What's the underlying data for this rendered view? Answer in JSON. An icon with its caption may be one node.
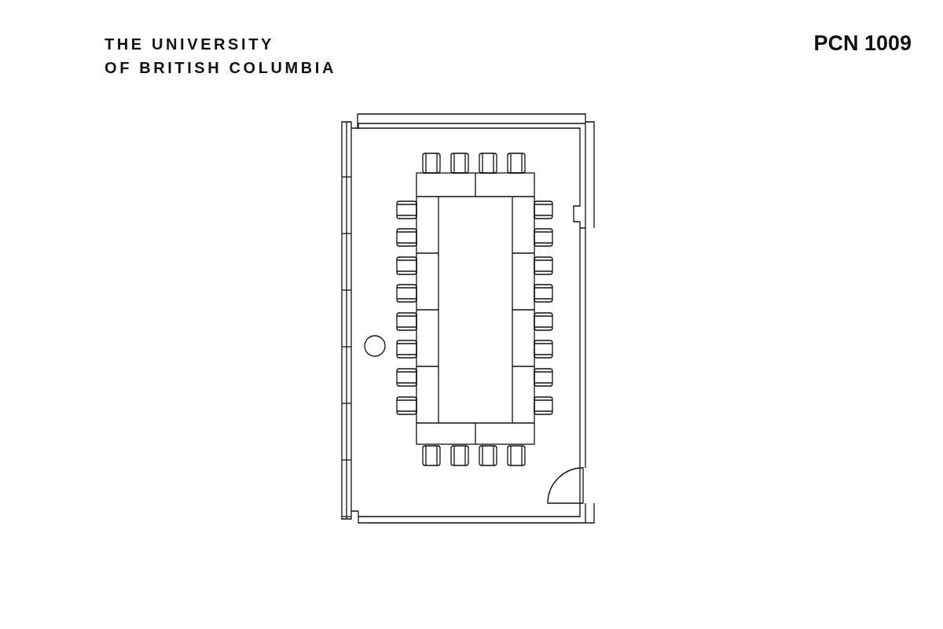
{
  "diagram": {
    "title": "PCN 1009",
    "labels": [
      "THE UNIVERSITY",
      "OF BRITISH COLUMBIA"
    ]
  }
}
